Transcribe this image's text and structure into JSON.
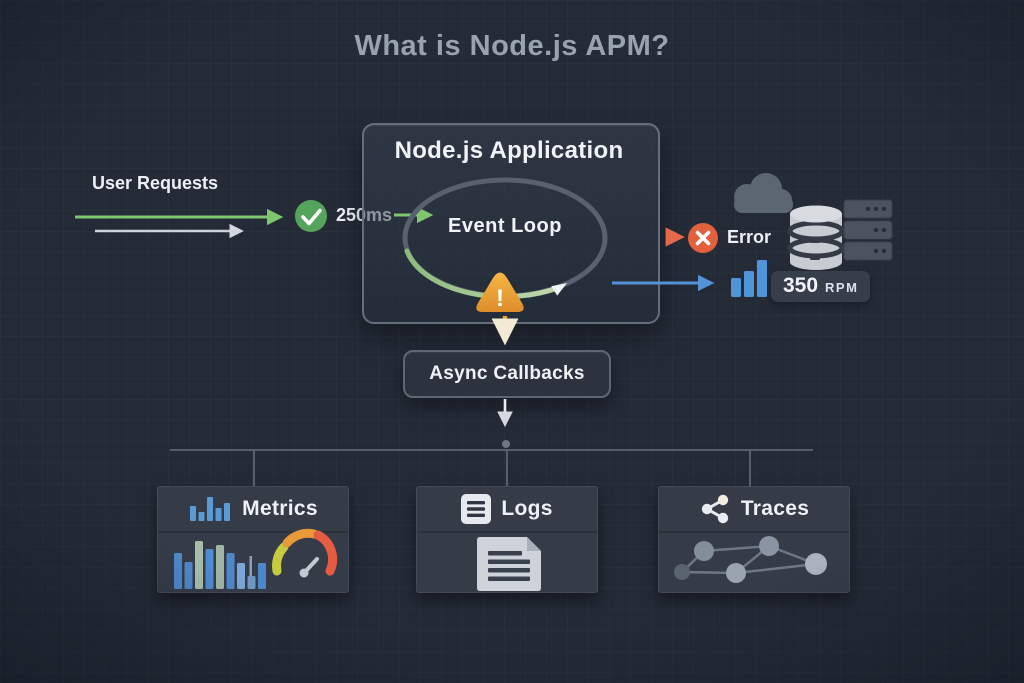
{
  "title": "What is Node.js APM?",
  "flow": {
    "user_requests_label": "User Requests",
    "latency_label": "250ms",
    "error_label": "Error",
    "rpm_value": "350",
    "rpm_unit": "RPM",
    "warning_glyph": "!"
  },
  "app": {
    "title": "Node.js Application",
    "event_loop_label": "Event Loop"
  },
  "async_box": {
    "label": "Async Callbacks"
  },
  "pillars": [
    {
      "label": "Metrics",
      "icon": "bar-chart-icon"
    },
    {
      "label": "Logs",
      "icon": "list-icon"
    },
    {
      "label": "Traces",
      "icon": "share-network-icon"
    }
  ],
  "icons": {
    "success": "check-icon",
    "error": "x-circle-icon",
    "warning": "warning-triangle-icon",
    "cloud": "cloud-icon",
    "database": "database-icon",
    "servers": "server-rack-icon",
    "throughput": "bar-chart-icon",
    "gauge": "gauge-icon",
    "document": "document-icon",
    "trace_graph": "network-graph-icon"
  },
  "colors": {
    "background": "#242b37",
    "title_text": "#99a2b0",
    "text": "#eef1f5",
    "green": "#7fc76f",
    "green_circle": "#55a45c",
    "error_orange": "#e2603c",
    "warning_amber": "#eda33c",
    "blue": "#5593d8",
    "bar_blue": "#4e95d9",
    "box_bg": "#353c48",
    "box_border": "#5d6673",
    "connector": "#565e6a"
  }
}
